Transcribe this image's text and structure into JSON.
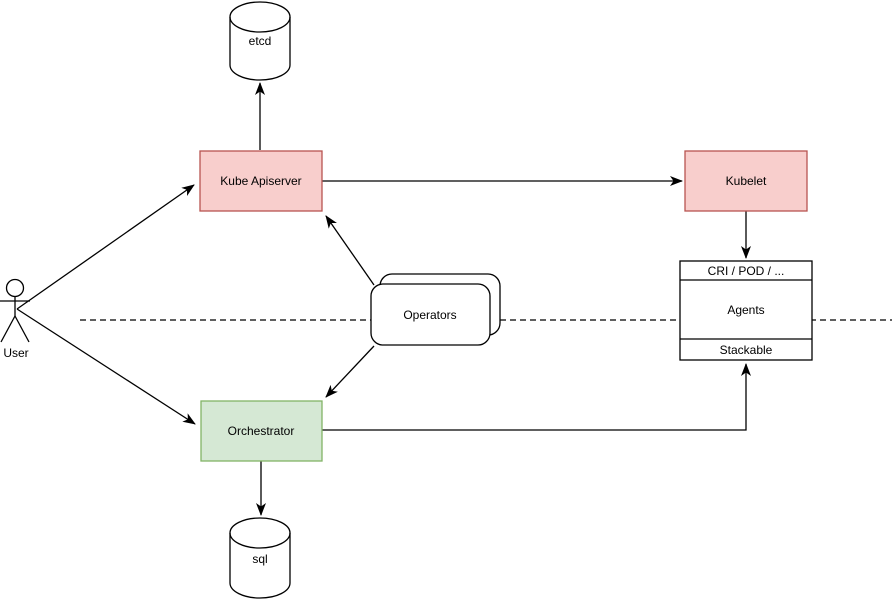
{
  "diagram": {
    "nodes": {
      "etcd": {
        "label": "etcd"
      },
      "kube_apiserver": {
        "label": "Kube Apiserver"
      },
      "kubelet": {
        "label": "Kubelet"
      },
      "agents_stack": {
        "header": "CRI / POD / ...",
        "body": "Agents",
        "footer": "Stackable"
      },
      "operators": {
        "label": "Operators"
      },
      "orchestrator": {
        "label": "Orchestrator"
      },
      "sql": {
        "label": "sql"
      },
      "user": {
        "label": "User"
      }
    },
    "colors": {
      "red_fill": "#f8cecc",
      "red_stroke": "#b85450",
      "green_fill": "#d5e8d4",
      "green_stroke": "#82b366",
      "plain_fill": "#ffffff",
      "line": "#000000",
      "text": "#000000"
    }
  }
}
